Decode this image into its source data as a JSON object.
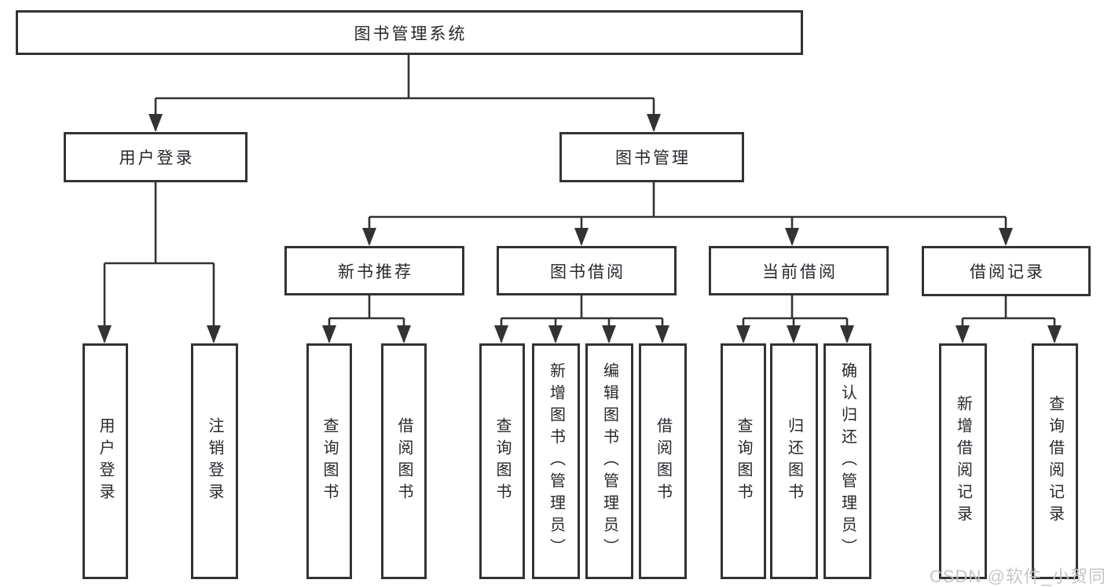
{
  "diagram_title": "图书管理系统",
  "colors": {
    "line": "#333333",
    "box_border": "#333333",
    "box_background": "#ffffff",
    "text": "#26282c",
    "watermark": "#c3c3c3"
  },
  "tree": {
    "root": {
      "label": "图书管理系统"
    },
    "branches": [
      {
        "label": "用户登录",
        "children": [
          {
            "label": "用户登录"
          },
          {
            "label": "注销登录"
          }
        ]
      },
      {
        "label": "图书管理",
        "children": [
          {
            "label": "新书推荐",
            "children": [
              {
                "label": "查询图书"
              },
              {
                "label": "借阅图书"
              }
            ]
          },
          {
            "label": "图书借阅",
            "children": [
              {
                "label": "查询图书"
              },
              {
                "label": "新增图书（管理员）"
              },
              {
                "label": "编辑图书（管理员）"
              },
              {
                "label": "借阅图书"
              }
            ]
          },
          {
            "label": "当前借阅",
            "children": [
              {
                "label": "查询图书"
              },
              {
                "label": "归还图书"
              },
              {
                "label": "确认归还（管理员）"
              }
            ]
          },
          {
            "label": "借阅记录",
            "children": [
              {
                "label": "新增借阅记录"
              },
              {
                "label": "查询借阅记录"
              }
            ]
          }
        ]
      }
    ]
  },
  "watermark": {
    "text": "CSDN @软件_小贺同学"
  }
}
